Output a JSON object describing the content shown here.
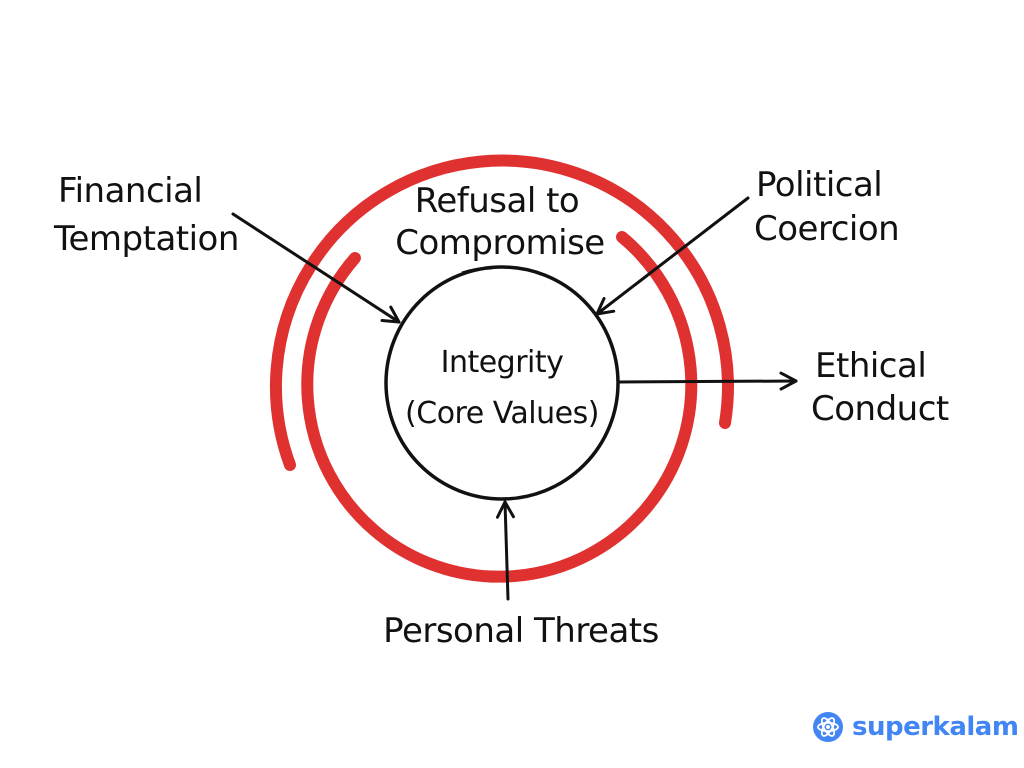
{
  "labels": {
    "center_line1": "Integrity",
    "center_line2": "(Core Values)",
    "refusal_line1": "Refusal to",
    "refusal_line2": "Compromise",
    "financial_line1": "Financial",
    "financial_line2": "Temptation",
    "political_line1": "Political",
    "political_line2": "Coercion",
    "ethical_line1": "Ethical",
    "ethical_line2": "Conduct",
    "personal": "Personal Threats"
  },
  "brand": {
    "name": "superkalam",
    "logo_icon": "atom-icon",
    "color": "#4285f4"
  },
  "colors": {
    "ring": "#e03131",
    "ink": "#111111"
  }
}
